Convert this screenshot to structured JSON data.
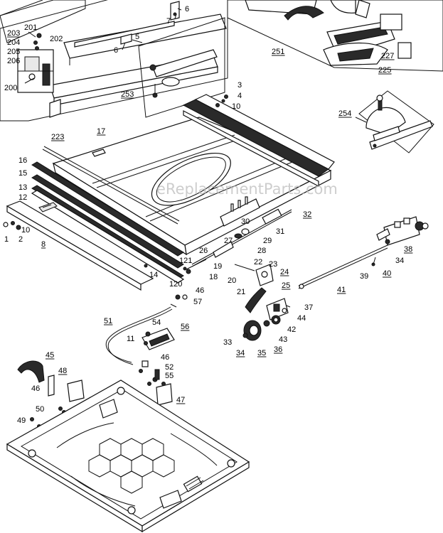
{
  "watermark": "eReplacementParts.com",
  "callouts": [
    {
      "id": "c203",
      "text": "203"
    },
    {
      "id": "c201",
      "text": "201"
    },
    {
      "id": "c204",
      "text": "204"
    },
    {
      "id": "c202",
      "text": "202"
    },
    {
      "id": "c205",
      "text": "205"
    },
    {
      "id": "c206",
      "text": "206"
    },
    {
      "id": "c200",
      "text": "200"
    },
    {
      "id": "c6a",
      "text": "6"
    },
    {
      "id": "c7",
      "text": "7"
    },
    {
      "id": "c5",
      "text": "5"
    },
    {
      "id": "c6b",
      "text": "6"
    },
    {
      "id": "c251",
      "text": "251"
    },
    {
      "id": "c227",
      "text": "227"
    },
    {
      "id": "c225",
      "text": "225"
    },
    {
      "id": "c253",
      "text": "253"
    },
    {
      "id": "c3",
      "text": "3"
    },
    {
      "id": "c4",
      "text": "4"
    },
    {
      "id": "c10a",
      "text": "10"
    },
    {
      "id": "c254",
      "text": "254"
    },
    {
      "id": "c223",
      "text": "223"
    },
    {
      "id": "c17",
      "text": "17"
    },
    {
      "id": "c16",
      "text": "16"
    },
    {
      "id": "c15",
      "text": "15"
    },
    {
      "id": "c13",
      "text": "13"
    },
    {
      "id": "c12",
      "text": "12"
    },
    {
      "id": "c1",
      "text": "1"
    },
    {
      "id": "c10b",
      "text": "10"
    },
    {
      "id": "c2",
      "text": "2"
    },
    {
      "id": "c8",
      "text": "8"
    },
    {
      "id": "c14",
      "text": "14"
    },
    {
      "id": "c32",
      "text": "32"
    },
    {
      "id": "c30",
      "text": "30"
    },
    {
      "id": "c31",
      "text": "31"
    },
    {
      "id": "c27",
      "text": "27"
    },
    {
      "id": "c29",
      "text": "29"
    },
    {
      "id": "c26",
      "text": "26"
    },
    {
      "id": "c28",
      "text": "28"
    },
    {
      "id": "c22",
      "text": "22"
    },
    {
      "id": "c23",
      "text": "23"
    },
    {
      "id": "c121",
      "text": "121"
    },
    {
      "id": "c19",
      "text": "19"
    },
    {
      "id": "c18",
      "text": "18"
    },
    {
      "id": "c24",
      "text": "24"
    },
    {
      "id": "c20",
      "text": "20"
    },
    {
      "id": "c25",
      "text": "25"
    },
    {
      "id": "c120",
      "text": "120"
    },
    {
      "id": "c21",
      "text": "21"
    },
    {
      "id": "c46a",
      "text": "46"
    },
    {
      "id": "c57",
      "text": "57"
    },
    {
      "id": "c38",
      "text": "38"
    },
    {
      "id": "c34a",
      "text": "34"
    },
    {
      "id": "c39",
      "text": "39"
    },
    {
      "id": "c40",
      "text": "40"
    },
    {
      "id": "c41",
      "text": "41"
    },
    {
      "id": "c37",
      "text": "37"
    },
    {
      "id": "c44",
      "text": "44"
    },
    {
      "id": "c42",
      "text": "42"
    },
    {
      "id": "c43",
      "text": "43"
    },
    {
      "id": "c33",
      "text": "33"
    },
    {
      "id": "c34b",
      "text": "34"
    },
    {
      "id": "c35",
      "text": "35"
    },
    {
      "id": "c36",
      "text": "36"
    },
    {
      "id": "c51",
      "text": "51"
    },
    {
      "id": "c54",
      "text": "54"
    },
    {
      "id": "c56",
      "text": "56"
    },
    {
      "id": "c11",
      "text": "11"
    },
    {
      "id": "c46b",
      "text": "46"
    },
    {
      "id": "c45",
      "text": "45"
    },
    {
      "id": "c52",
      "text": "52"
    },
    {
      "id": "c48",
      "text": "48"
    },
    {
      "id": "c55",
      "text": "55"
    },
    {
      "id": "c46c",
      "text": "46"
    },
    {
      "id": "c47",
      "text": "47"
    },
    {
      "id": "c50",
      "text": "50"
    },
    {
      "id": "c49",
      "text": "49"
    }
  ]
}
